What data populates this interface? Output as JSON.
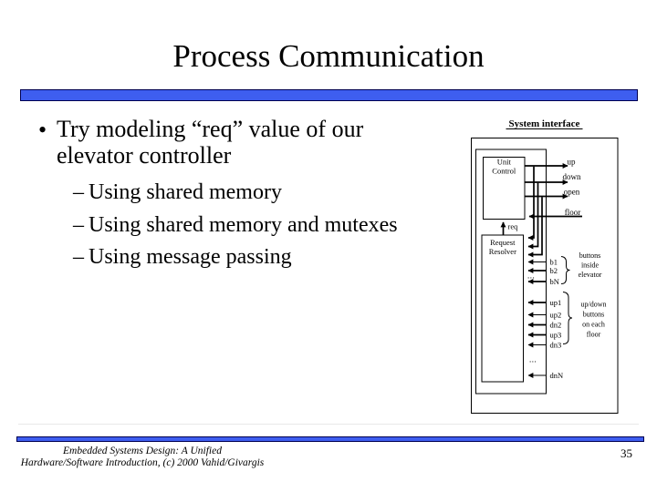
{
  "slide": {
    "title": "Process Communication",
    "page_number": "35",
    "accent_color": "#3e5ef0",
    "accent_border_color": "#000050",
    "footer": {
      "line1": "Embedded Systems Design: A Unified",
      "line2": "Hardware/Software Introduction, (c) 2000 Vahid/Givargis"
    }
  },
  "content": {
    "bullet_marker": "•",
    "dash_marker": "–",
    "lead_bullet": "Try modeling “req” value of our elevator controller",
    "sub_bullets": [
      "Using shared memory",
      "Using shared memory and mutexes",
      "Using message passing"
    ]
  },
  "diagram": {
    "title": "System interface",
    "unit_control": {
      "line1": "Unit",
      "line2": "Control"
    },
    "request_resolver": {
      "line1": "Request",
      "line2": "Resolver"
    },
    "signals": {
      "req": "req",
      "up": "up",
      "down": "down",
      "open": "open",
      "floor": "floor"
    },
    "button_inputs": [
      "b1",
      "b2",
      "bN"
    ],
    "floor_inputs": [
      "up1",
      "up2",
      "dn2",
      "up3",
      "dn3"
    ],
    "last_input": "dnN",
    "ellipsis": "...",
    "group_label_elevator": [
      "buttons",
      "inside",
      "elevator"
    ],
    "group_label_floors": [
      "up/down",
      "buttons",
      "on each",
      "floor"
    ]
  }
}
